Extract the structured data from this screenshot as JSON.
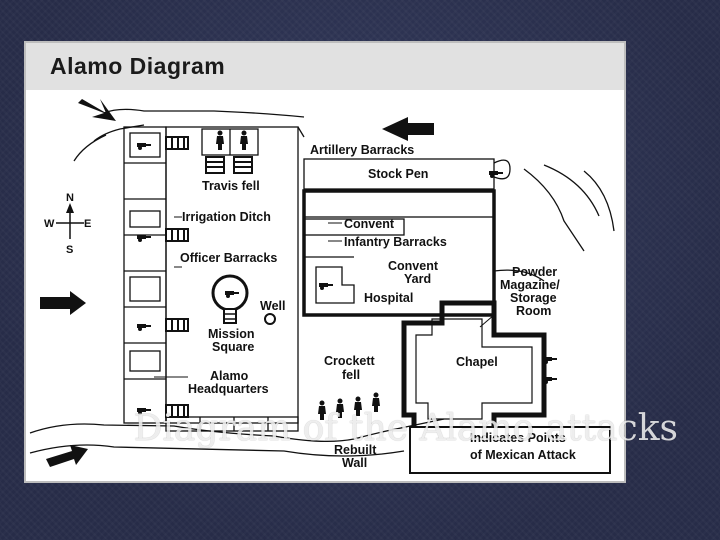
{
  "slide": {
    "caption": "Diagram of the Alamo attacks"
  },
  "diagram": {
    "title": "Alamo Diagram",
    "compass": {
      "n": "N",
      "s": "S",
      "e": "E",
      "w": "W"
    },
    "labels": {
      "artillery_barracks": "Artillery Barracks",
      "stock_pen": "Stock Pen",
      "travis_fell": "Travis fell",
      "irrigation_ditch": "Irrigation Ditch",
      "convent": "Convent",
      "infantry_barracks": "Infantry Barracks",
      "convent_yard_1": "Convent",
      "convent_yard_2": "Yard",
      "officer_barracks": "Officer Barracks",
      "powder_1": "Powder",
      "powder_2": "Magazine/",
      "powder_3": "Storage",
      "powder_4": "Room",
      "hospital": "Hospital",
      "well": "Well",
      "mission_1": "Mission",
      "mission_2": "Square",
      "chapel": "Chapel",
      "crockett_1": "Crockett",
      "crockett_2": "fell",
      "hq_1": "Alamo",
      "hq_2": "Headquarters",
      "rebuilt_1": "Rebuilt",
      "rebuilt_2": "Wall",
      "legend_1": "Indicates Points",
      "legend_2": "of Mexican Attack"
    },
    "colors": {
      "ink": "#111111",
      "header_bg": "#e1e1e1",
      "slide_bg": "#2b3150"
    }
  }
}
